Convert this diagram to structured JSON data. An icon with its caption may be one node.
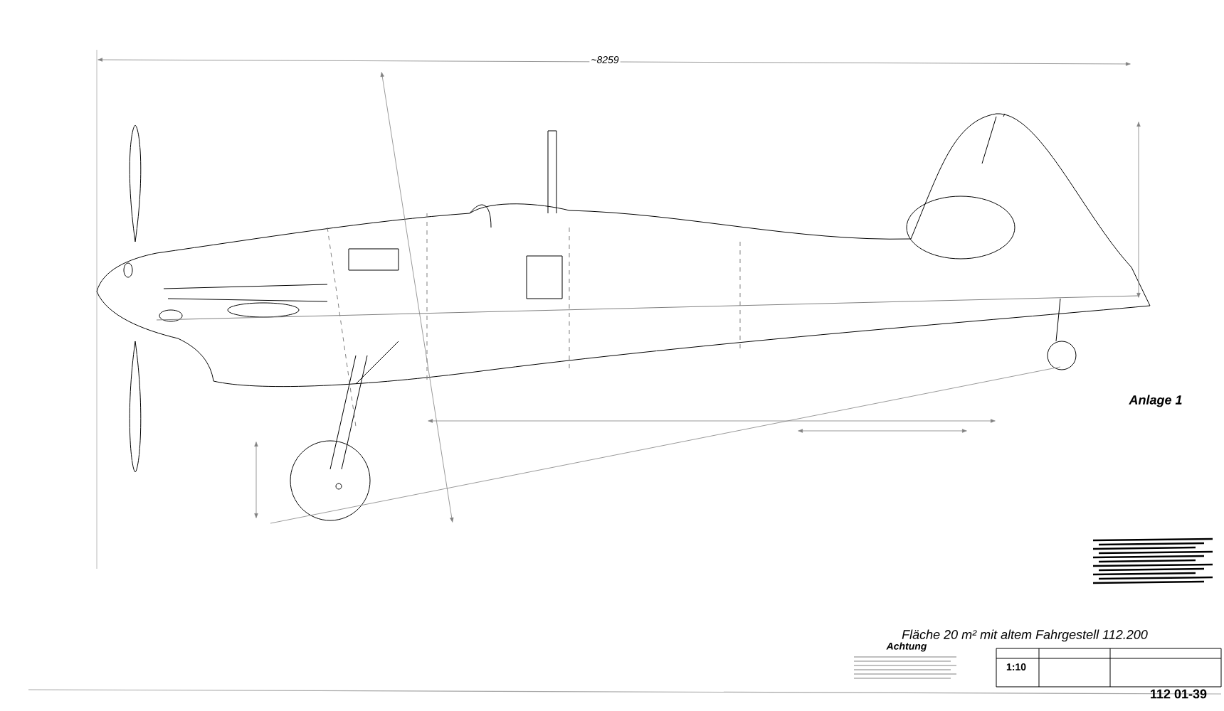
{
  "diagram": {
    "labels": [
      "~8259",
      "Anlage 1",
      "Fläche 20 m² mit altem Fahrgestell 112.200",
      "Achtung",
      "1:10",
      "112 01-39"
    ]
  }
}
